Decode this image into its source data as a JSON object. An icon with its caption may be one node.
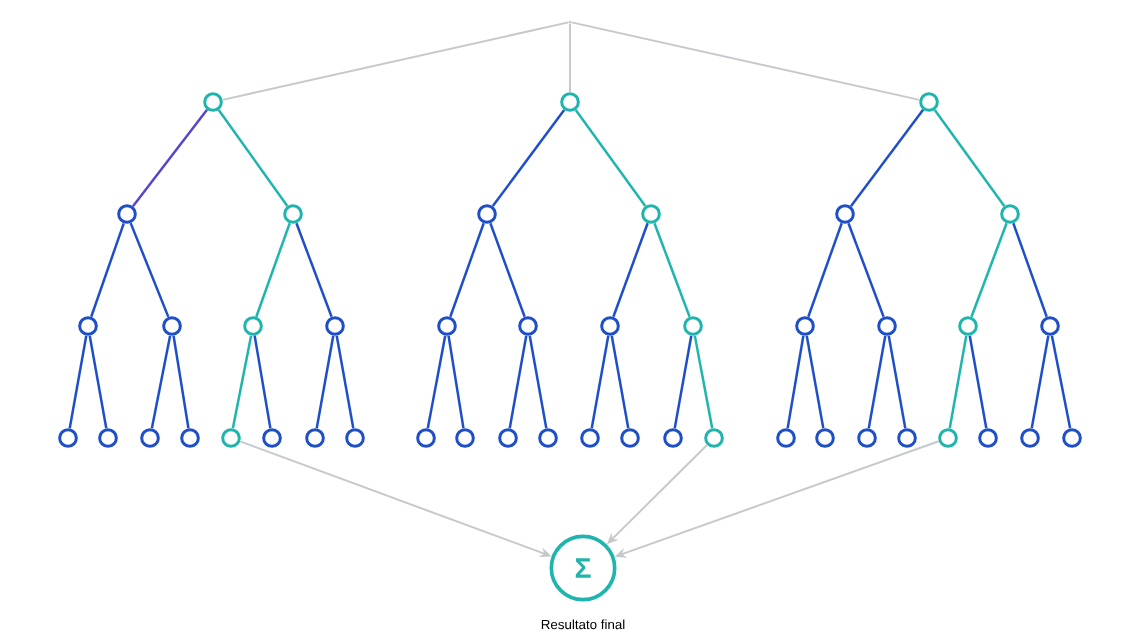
{
  "diagram": {
    "nodes": [
      {
        "text": [],
        "shape": "point"
      },
      {
        "text": [],
        "shape": "circle"
      },
      {
        "text": [],
        "shape": "circle"
      },
      {
        "text": [],
        "shape": "circle"
      },
      {
        "text": [],
        "shape": "circle"
      },
      {
        "text": [],
        "shape": "circle"
      },
      {
        "text": [],
        "shape": "circle"
      },
      {
        "text": [],
        "shape": "circle"
      },
      {
        "text": [],
        "shape": "circle"
      },
      {
        "text": [],
        "shape": "circle"
      },
      {
        "text": [],
        "shape": "circle"
      },
      {
        "text": [],
        "shape": "circle"
      },
      {
        "text": [],
        "shape": "circle"
      },
      {
        "text": [],
        "shape": "circle"
      },
      {
        "text": [],
        "shape": "circle"
      },
      {
        "text": [],
        "shape": "circle"
      },
      {
        "text": [],
        "shape": "circle"
      },
      {
        "text": [],
        "shape": "circle"
      },
      {
        "text": [],
        "shape": "circle"
      },
      {
        "text": [],
        "shape": "circle"
      },
      {
        "text": [],
        "shape": "circle"
      },
      {
        "text": [],
        "shape": "circle"
      },
      {
        "text": [],
        "shape": "circle"
      },
      {
        "text": [],
        "shape": "circle"
      },
      {
        "text": [],
        "shape": "circle"
      },
      {
        "text": [],
        "shape": "circle"
      },
      {
        "text": [],
        "shape": "circle"
      },
      {
        "text": [],
        "shape": "circle"
      },
      {
        "text": [],
        "shape": "circle"
      },
      {
        "text": [],
        "shape": "circle"
      },
      {
        "text": [],
        "shape": "circle"
      },
      {
        "text": [],
        "shape": "circle"
      },
      {
        "text": [],
        "shape": "circle"
      },
      {
        "text": [],
        "shape": "circle"
      },
      {
        "text": [],
        "shape": "circle"
      },
      {
        "text": [],
        "shape": "circle"
      },
      {
        "text": [],
        "shape": "circle"
      },
      {
        "text": [],
        "shape": "circle"
      },
      {
        "text": [],
        "shape": "circle"
      },
      {
        "text": [],
        "shape": "circle"
      },
      {
        "text": [],
        "shape": "circle"
      },
      {
        "text": [],
        "shape": "circle"
      },
      {
        "text": [],
        "shape": "circle"
      },
      {
        "text": [],
        "shape": "circle"
      },
      {
        "text": [],
        "shape": "circle"
      },
      {
        "text": [],
        "shape": "circle"
      },
      {
        "text": [
          "Σ"
        ],
        "beside": [
          "Resultato final"
        ]
      }
    ],
    "edges": [
      {
        "from": 0,
        "to": 1,
        "arrow": "none",
        "color": "#c5c9cd"
      },
      {
        "from": 0,
        "to": 16,
        "arrow": "none",
        "color": "#c5c9cd"
      },
      {
        "from": 0,
        "to": 31,
        "arrow": "none",
        "color": "#c5c9cd"
      },
      {
        "from": 1,
        "to": 2,
        "arrow": "none",
        "color": "#5548c8"
      },
      {
        "from": 1,
        "to": 3,
        "arrow": "none",
        "color": "#1fb5ad"
      },
      {
        "from": 2,
        "to": 4,
        "arrow": "none"
      },
      {
        "from": 2,
        "to": 5,
        "arrow": "none"
      },
      {
        "from": 3,
        "to": 6,
        "arrow": "none",
        "color": "#1fb5ad"
      },
      {
        "from": 3,
        "to": 7,
        "arrow": "none"
      },
      {
        "from": 4,
        "to": 8,
        "arrow": "none"
      },
      {
        "from": 4,
        "to": 9,
        "arrow": "none"
      },
      {
        "from": 5,
        "to": 10,
        "arrow": "none"
      },
      {
        "from": 5,
        "to": 11,
        "arrow": "none"
      },
      {
        "from": 6,
        "to": 12,
        "arrow": "none",
        "color": "#1fb5ad"
      },
      {
        "from": 6,
        "to": 13,
        "arrow": "none"
      },
      {
        "from": 7,
        "to": 14,
        "arrow": "none"
      },
      {
        "from": 7,
        "to": 15,
        "arrow": "none"
      },
      {
        "from": 16,
        "to": 17,
        "arrow": "none"
      },
      {
        "from": 16,
        "to": 18,
        "arrow": "none",
        "color": "#1fb5ad"
      },
      {
        "from": 17,
        "to": 19,
        "arrow": "none"
      },
      {
        "from": 17,
        "to": 20,
        "arrow": "none"
      },
      {
        "from": 18,
        "to": 21,
        "arrow": "none"
      },
      {
        "from": 18,
        "to": 22,
        "arrow": "none",
        "color": "#1fb5ad"
      },
      {
        "from": 19,
        "to": 23,
        "arrow": "none"
      },
      {
        "from": 19,
        "to": 24,
        "arrow": "none"
      },
      {
        "from": 20,
        "to": 25,
        "arrow": "none"
      },
      {
        "from": 20,
        "to": 26,
        "arrow": "none"
      },
      {
        "from": 21,
        "to": 27,
        "arrow": "none"
      },
      {
        "from": 21,
        "to": 28,
        "arrow": "none"
      },
      {
        "from": 22,
        "to": 29,
        "arrow": "none"
      },
      {
        "from": 22,
        "to": 30,
        "arrow": "none",
        "color": "#1fb5ad"
      },
      {
        "from": 31,
        "to": 32,
        "arrow": "none"
      },
      {
        "from": 31,
        "to": 33,
        "arrow": "none",
        "color": "#1fb5ad"
      },
      {
        "from": 32,
        "to": 34,
        "arrow": "none"
      },
      {
        "from": 32,
        "to": 35,
        "arrow": "none"
      },
      {
        "from": 33,
        "to": 36,
        "arrow": "none",
        "color": "#1fb5ad"
      },
      {
        "from": 33,
        "to": 37,
        "arrow": "none"
      },
      {
        "from": 34,
        "to": 38,
        "arrow": "none"
      },
      {
        "from": 34,
        "to": 39,
        "arrow": "none"
      },
      {
        "from": 35,
        "to": 40,
        "arrow": "none"
      },
      {
        "from": 35,
        "to": 41,
        "arrow": "none"
      },
      {
        "from": 36,
        "to": 42,
        "arrow": "none",
        "color": "#1fb5ad"
      },
      {
        "from": 36,
        "to": 43,
        "arrow": "none"
      },
      {
        "from": 37,
        "to": 44,
        "arrow": "none"
      },
      {
        "from": 37,
        "to": 45,
        "arrow": "none"
      },
      {
        "from": 12,
        "to": 46,
        "arrow": "to",
        "color": "#c5c9cd"
      },
      {
        "from": 30,
        "to": 46,
        "arrow": "to",
        "color": "#c5c9cd"
      },
      {
        "from": 42,
        "to": 46,
        "arrow": "to",
        "color": "#c5c9cd"
      }
    ]
  }
}
